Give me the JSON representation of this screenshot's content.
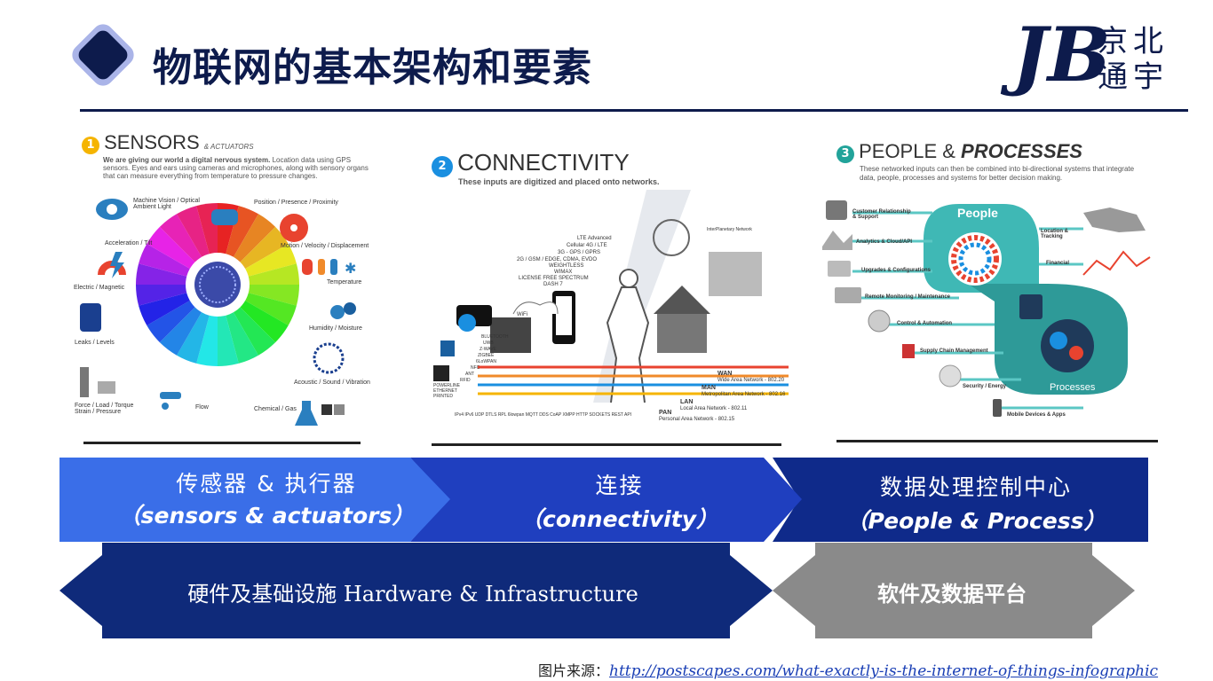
{
  "header": {
    "title": "物联网的基本架构和要素",
    "brand_letters": "JB",
    "brand_cn_top": "京北",
    "brand_cn_bottom": "通宇"
  },
  "panels": [
    {
      "num": "1",
      "title": "SENSORS",
      "title_suffix": "& ACTUATORS",
      "subtitle_bold": "We are giving our world a digital nervous system.",
      "subtitle": "Location data using GPS sensors. Eyes and ears using cameras and microphones, along with sensory organs that can measure everything from temperature to pressure changes.",
      "labels": [
        "Machine Vision / Optical Ambient Light",
        "Position / Presence / Proximity",
        "Acceleration / Tilt",
        "Motion / Velocity / Displacement",
        "Electric / Magnetic",
        "Temperature",
        "Humidity / Moisture",
        "Leaks / Levels",
        "Acoustic / Sound / Vibration",
        "Force / Load / Torque Strain / Pressure",
        "Flow",
        "Chemical / Gas"
      ],
      "color": "#f5b400"
    },
    {
      "num": "2",
      "title": "CONNECTIVITY",
      "subtitle_bold": "These inputs are digitized and placed onto networks.",
      "labels": [
        "LTE Advanced",
        "Cellular 4G / LTE",
        "3G - GPS / GPRS",
        "2G / GSM / EDGE, CDMA, EVDO",
        "WEIGHTLESS",
        "WIMAX",
        "LICENSE FREE SPECTRUM",
        "DASH 7",
        "WiFi",
        "BLUETOOTH",
        "UWB",
        "Z-WAVE",
        "ZIGBEE",
        "6LoWPAN",
        "NFC",
        "ANT",
        "RFID",
        "POWERLINE ETHERNET",
        "PRINTED",
        "InterPlanetary Network",
        "WAN",
        "Wide Area Network - 802.20",
        "MAN",
        "Metropolitan Area Network - 802.16",
        "LAN",
        "Local Area Network - 802.11",
        "PAN",
        "Personal Area Network - 802.15",
        "IPv4 IPv6 UDP DTLS RPL 6lowpan MQTT DDS CoAP XMPP HTTP SOCKETS REST API"
      ],
      "color": "#1a8fe0"
    },
    {
      "num": "3",
      "title": "PEOPLE & ",
      "title_em": "PROCESSES",
      "subtitle": "These networked inputs can then be combined into bi-directional systems that integrate data, people, processes and systems for better decision making.",
      "labels": [
        "Customer Relationship & Support",
        "Analytics & Cloud/API",
        "Upgrades & Configurations",
        "Remote Monitoring / Maintenance",
        "Control & Automation",
        "Supply Chain Management",
        "Security / Energy",
        "Mobile Devices & Apps",
        "Location & Tracking",
        "Financial"
      ],
      "loop_top": "People",
      "loop_bottom": "Processes",
      "color": "#22a39a"
    }
  ],
  "chevrons": [
    {
      "cn": "传感器 & 执行器",
      "en": "（sensors & actuators）",
      "color": "#3a6ee8"
    },
    {
      "cn": "连接",
      "en": "（connectivity）",
      "color": "#1f3fbf"
    },
    {
      "cn": "数据处理控制中心",
      "en": "（People & Process）",
      "color": "#0f2a8a"
    }
  ],
  "bottom": {
    "hardware": "硬件及基础设施 Hardware & Infrastructure",
    "software": "软件及数据平台",
    "hardware_color": "#0f2a7a",
    "software_color": "#8a8a8a"
  },
  "footer": {
    "label": "图片来源：",
    "url": "http://postscapes.com/what-exactly-is-the-internet-of-things-infographic"
  }
}
